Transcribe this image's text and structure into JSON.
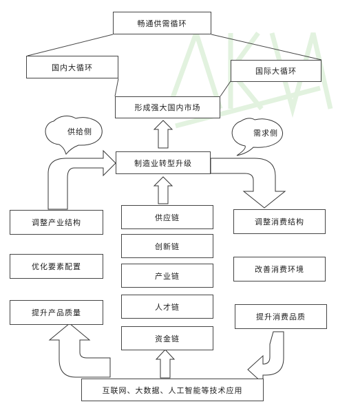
{
  "nodes": {
    "top": "畅通供需循环",
    "domestic_cycle": "国内大循环",
    "intl_cycle": "国际大循环",
    "market": "形成强大国内市场",
    "manufacturing": "制造业转型升级",
    "supply_side": "供给侧",
    "demand_side": "需求侧",
    "chain_supply": "供应链",
    "chain_innovation": "创新链",
    "chain_industry": "产业链",
    "chain_talent": "人才链",
    "chain_capital": "资金链",
    "left_1": "调整产业结构",
    "left_2": "优化要素配置",
    "left_3": "提升产品质量",
    "right_1": "调整消费结构",
    "right_2": "改善消费环境",
    "right_3": "提升消费品质",
    "bottom": "互联网、大数据、人工智能等技术应用"
  }
}
